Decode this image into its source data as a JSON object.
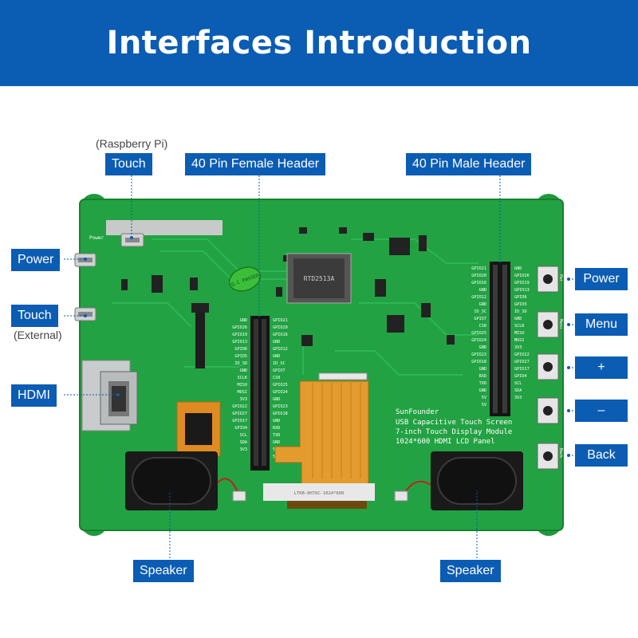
{
  "banner": {
    "title": "Interfaces Introduction"
  },
  "labels": {
    "raspberry_pi_note": "(Raspberry Pi)",
    "touch_top": "Touch",
    "female_header": "40 Pin Female Header",
    "male_header": "40 Pin Male Header",
    "power_left": "Power",
    "touch_left": "Touch",
    "external_note": "(External)",
    "hdmi": "HDMI",
    "speaker_left": "Speaker",
    "speaker_right": "Speaker",
    "power_right": "Power",
    "menu": "Menu",
    "plus": "+",
    "minus": "–",
    "back": "Back"
  },
  "board": {
    "brand": "SunFounder",
    "desc_line1": "USB Capacitive Touch Screen",
    "desc_line2": "7-inch Touch Display Module",
    "desc_line3": "1024*600 HDMI LCD Panel",
    "qc_stamp": "Q.C PASSED",
    "chip_text": "RTD2513A",
    "fpc_text": "LT6B-0H70C-1024*600",
    "silk_power": "Power",
    "btn_power": "Pwr",
    "btn_menu": "Menu",
    "btn_back": "Back",
    "female_pins_left": [
      "GND",
      "GPIO26",
      "GPIO19",
      "GPIO13",
      "GPIO6",
      "GPIO5",
      "ID_SD",
      "GND",
      "SCLK",
      "MISO",
      "MOSI",
      "3V3",
      "GPIO22",
      "GPIO27",
      "GPIO17",
      "GPIO4",
      "SCL",
      "SDA",
      "3V3"
    ],
    "female_pins_right": [
      "GPIO21",
      "GPIO20",
      "GPIO16",
      "GND",
      "GPIO12",
      "GND",
      "ID_SC",
      "GPIO7",
      "CS0",
      "GPIO25",
      "GPIO24",
      "GND",
      "GPIO23",
      "GPIO18",
      "GND",
      "RXD",
      "TXD",
      "GND",
      "5V",
      "5V"
    ],
    "male_pins_left": [
      "GPIO21",
      "GPIO20",
      "GPIO16",
      "GND",
      "GPIO12",
      "GND",
      "ID_SC",
      "GPIO7",
      "CS0",
      "GPIO25",
      "GPIO24",
      "GND",
      "GPIO23",
      "GPIO18",
      "GND",
      "RXD",
      "TXD",
      "GND",
      "5V",
      "5V"
    ],
    "male_pins_right": [
      "GND",
      "GPIO26",
      "GPIO19",
      "GPIO13",
      "GPIO6",
      "GPIO5",
      "ID_SD",
      "GND",
      "SCLK",
      "MISO",
      "MOSI",
      "3V3",
      "GPIO22",
      "GPIO27",
      "GPIO17",
      "GPIO4",
      "SCL",
      "SDA",
      "3V3"
    ]
  }
}
